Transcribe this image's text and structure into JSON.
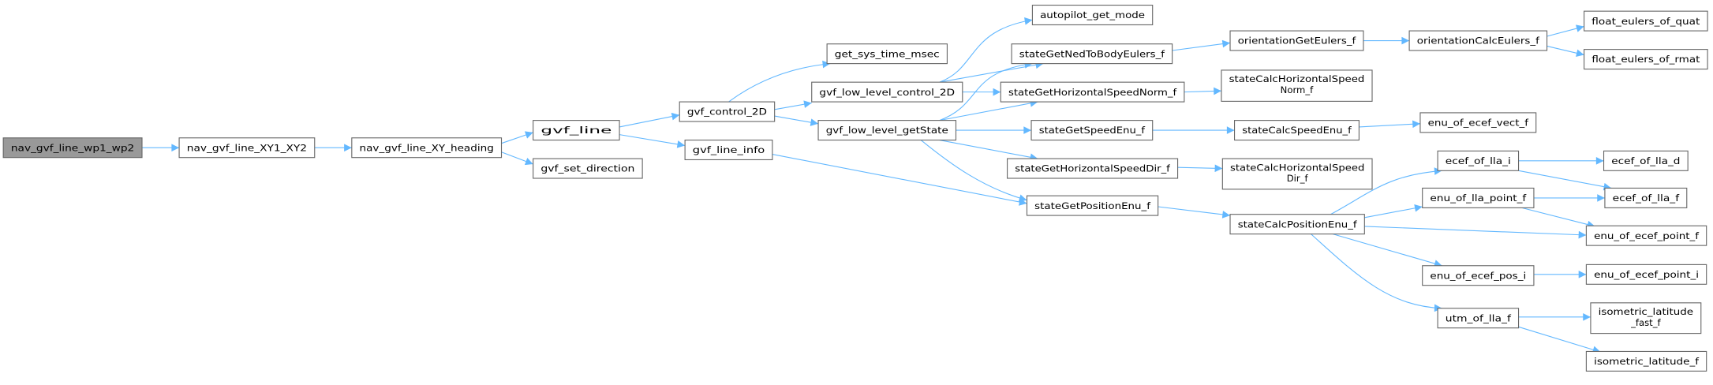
{
  "graph": {
    "edge_color": "#63b8ff",
    "root_fill": "#999999",
    "nodes": [
      {
        "lines": [
          "nav_gvf_line_wp1_wp2"
        ]
      },
      {
        "lines": [
          "nav_gvf_line_XY1_XY2"
        ]
      },
      {
        "lines": [
          "nav_gvf_line_XY_heading"
        ]
      },
      {
        "lines": [
          "gvf_line"
        ]
      },
      {
        "lines": [
          "gvf_set_direction"
        ]
      },
      {
        "lines": [
          "gvf_control_2D"
        ]
      },
      {
        "lines": [
          "gvf_line_info"
        ]
      },
      {
        "lines": [
          "get_sys_time_msec"
        ]
      },
      {
        "lines": [
          "gvf_low_level_control_2D"
        ]
      },
      {
        "lines": [
          "gvf_low_level_getState"
        ]
      },
      {
        "lines": [
          "autopilot_get_mode"
        ]
      },
      {
        "lines": [
          "stateGetNedToBodyEulers_f"
        ]
      },
      {
        "lines": [
          "stateGetHorizontalSpeedNorm_f"
        ]
      },
      {
        "lines": [
          "stateGetSpeedEnu_f"
        ]
      },
      {
        "lines": [
          "stateGetHorizontalSpeedDir_f"
        ]
      },
      {
        "lines": [
          "stateGetPositionEnu_f"
        ]
      },
      {
        "lines": [
          "orientationGetEulers_f"
        ]
      },
      {
        "lines": [
          "orientationCalcEulers_f"
        ]
      },
      {
        "lines": [
          "float_eulers_of_quat"
        ]
      },
      {
        "lines": [
          "float_eulers_of_rmat"
        ]
      },
      {
        "lines": [
          "stateCalcHorizontalSpeed",
          "Norm_f"
        ]
      },
      {
        "lines": [
          "stateCalcSpeedEnu_f"
        ]
      },
      {
        "lines": [
          "enu_of_ecef_vect_f"
        ]
      },
      {
        "lines": [
          "stateCalcHorizontalSpeed",
          "Dir_f"
        ]
      },
      {
        "lines": [
          "stateCalcPositionEnu_f"
        ]
      },
      {
        "lines": [
          "ecef_of_lla_i"
        ]
      },
      {
        "lines": [
          "ecef_of_lla_d"
        ]
      },
      {
        "lines": [
          "enu_of_lla_point_f"
        ]
      },
      {
        "lines": [
          "ecef_of_lla_f"
        ]
      },
      {
        "lines": [
          "enu_of_ecef_point_f"
        ]
      },
      {
        "lines": [
          "enu_of_ecef_pos_i"
        ]
      },
      {
        "lines": [
          "enu_of_ecef_point_i"
        ]
      },
      {
        "lines": [
          "utm_of_lla_f"
        ]
      },
      {
        "lines": [
          "isometric_latitude",
          "_fast_f"
        ]
      },
      {
        "lines": [
          "isometric_latitude_f"
        ]
      }
    ]
  }
}
